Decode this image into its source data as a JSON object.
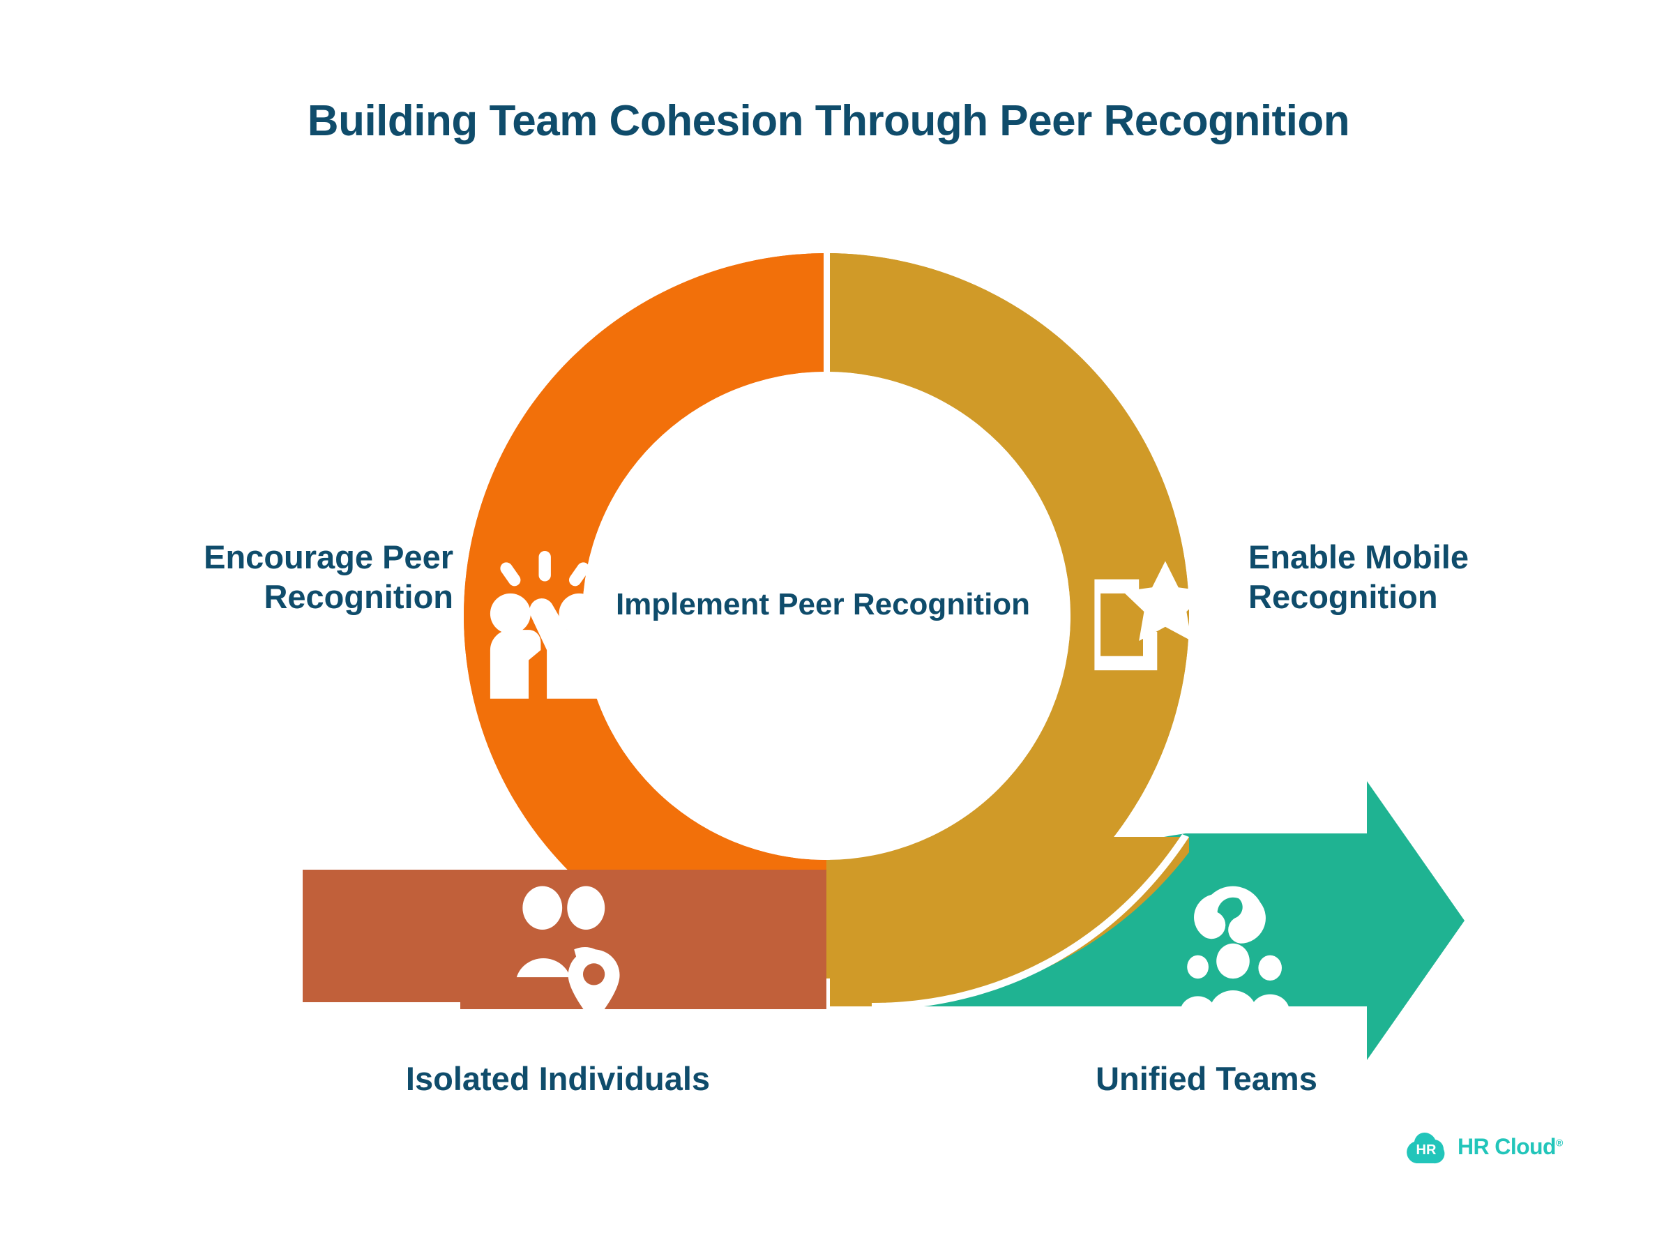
{
  "page": {
    "background": "#ffffff",
    "title": "Building Team Cohesion Through Peer Recognition",
    "title_color": "#0F4C6B"
  },
  "diagram": {
    "type": "donut-cycle-with-transformation-arrow",
    "center_label": "Implement Peer Recognition",
    "segments": [
      {
        "id": "encourage-peer-recognition",
        "label": "Encourage Peer Recognition",
        "color": "#F2700A",
        "icon": "high-five-icon",
        "position": "left"
      },
      {
        "id": "enable-mobile-recognition",
        "label": "Enable Mobile Recognition",
        "color": "#D09A28",
        "icon": "mobile-star-icon",
        "position": "right"
      }
    ],
    "states": [
      {
        "id": "isolated-individuals",
        "label": "Isolated Individuals",
        "color": "#C1603A",
        "icon": "people-location-pin-icon",
        "shape": "bar",
        "position": "bottom-left"
      },
      {
        "id": "unified-teams",
        "label": "Unified Teams",
        "color": "#1FB392",
        "icon": "group-embrace-icon",
        "shape": "arrow",
        "position": "bottom-right"
      }
    ]
  },
  "logo": {
    "mark_text": "HR",
    "name": "HR Cloud",
    "registered_mark": "®",
    "color": "#22C5BA"
  }
}
